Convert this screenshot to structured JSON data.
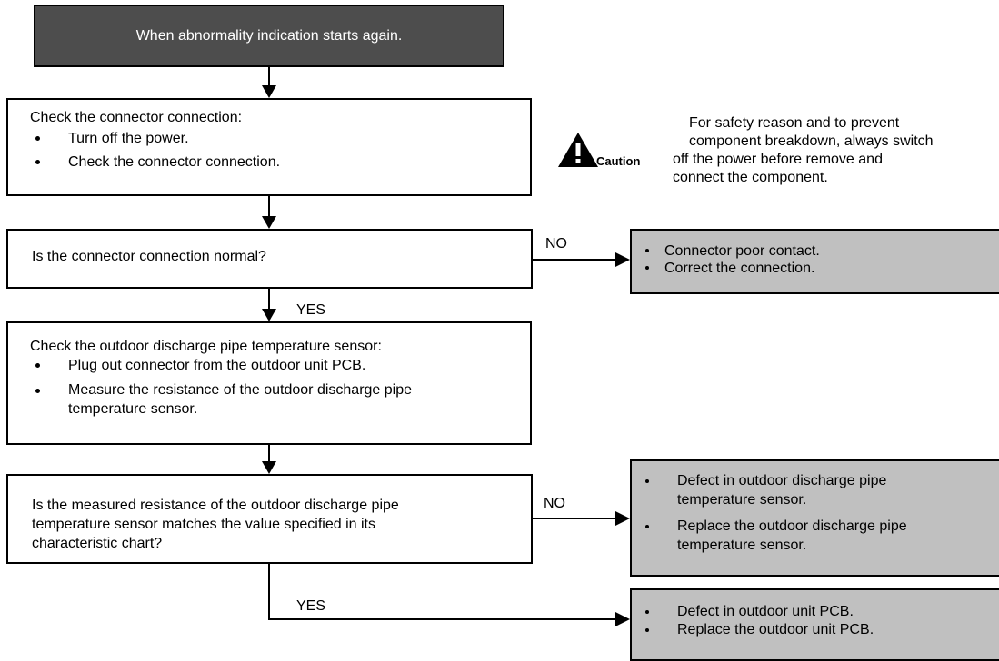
{
  "start": {
    "text": "When abnormality indication starts again."
  },
  "step1": {
    "title": "Check the connector connection:",
    "bullets": [
      "Turn off the power.",
      "Check the connector connection."
    ]
  },
  "caution": {
    "label": "Caution",
    "lines": [
      "For safety reason and to prevent",
      "component breakdown, always switch",
      "off the power before remove and",
      "connect the component."
    ]
  },
  "decision1": {
    "text": "Is the connector connection normal?",
    "no_label": "NO",
    "yes_label": "YES"
  },
  "result1": {
    "bullets": [
      "Connector poor contact.",
      "Correct the connection."
    ]
  },
  "step2": {
    "title": "Check the outdoor discharge pipe temperature sensor:",
    "bullets": [
      {
        "lines": [
          "Plug out connector from the outdoor unit PCB."
        ]
      },
      {
        "lines": [
          "Measure the resistance of the outdoor discharge pipe",
          "temperature sensor."
        ]
      }
    ]
  },
  "decision2": {
    "lines": [
      "Is the measured resistance of the outdoor discharge pipe",
      "temperature sensor matches the value specified in its",
      "characteristic chart?"
    ],
    "no_label": "NO",
    "yes_label": "YES"
  },
  "result2": {
    "bullets": [
      {
        "lines": [
          "Defect in outdoor discharge pipe",
          "temperature sensor."
        ]
      },
      {
        "lines": [
          "Replace the outdoor discharge pipe",
          "temperature sensor."
        ]
      }
    ]
  },
  "result3": {
    "bullets": [
      "Defect in outdoor unit PCB.",
      "Replace the outdoor unit PCB."
    ]
  }
}
